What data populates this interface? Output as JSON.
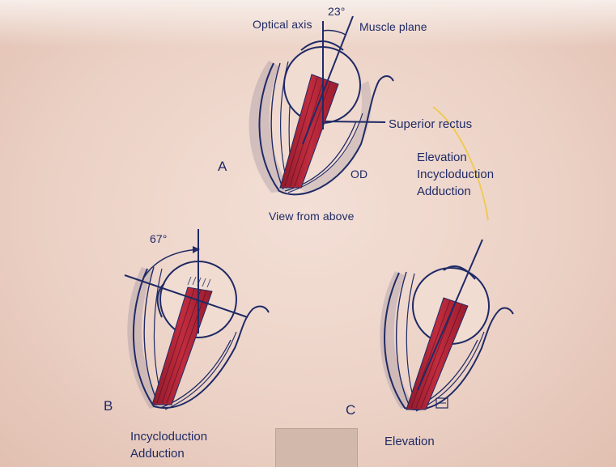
{
  "colors": {
    "background": "#ecd2c6",
    "ink": "#1f2a66",
    "muscle": "#b02436",
    "curve": "#f0c94a"
  },
  "panel_a": {
    "letter": "A",
    "optical_axis": "Optical axis",
    "angle": "23°",
    "muscle_plane": "Muscle plane",
    "superior_rectus": "Superior rectus",
    "eye": "OD",
    "view": "View from above",
    "actions": [
      "Elevation",
      "Incycloduction",
      "Adduction"
    ]
  },
  "panel_b": {
    "letter": "B",
    "angle": "67°",
    "actions": [
      "Incycloduction",
      "Adduction"
    ]
  },
  "panel_c": {
    "letter": "C",
    "actions": [
      "Elevation"
    ]
  }
}
